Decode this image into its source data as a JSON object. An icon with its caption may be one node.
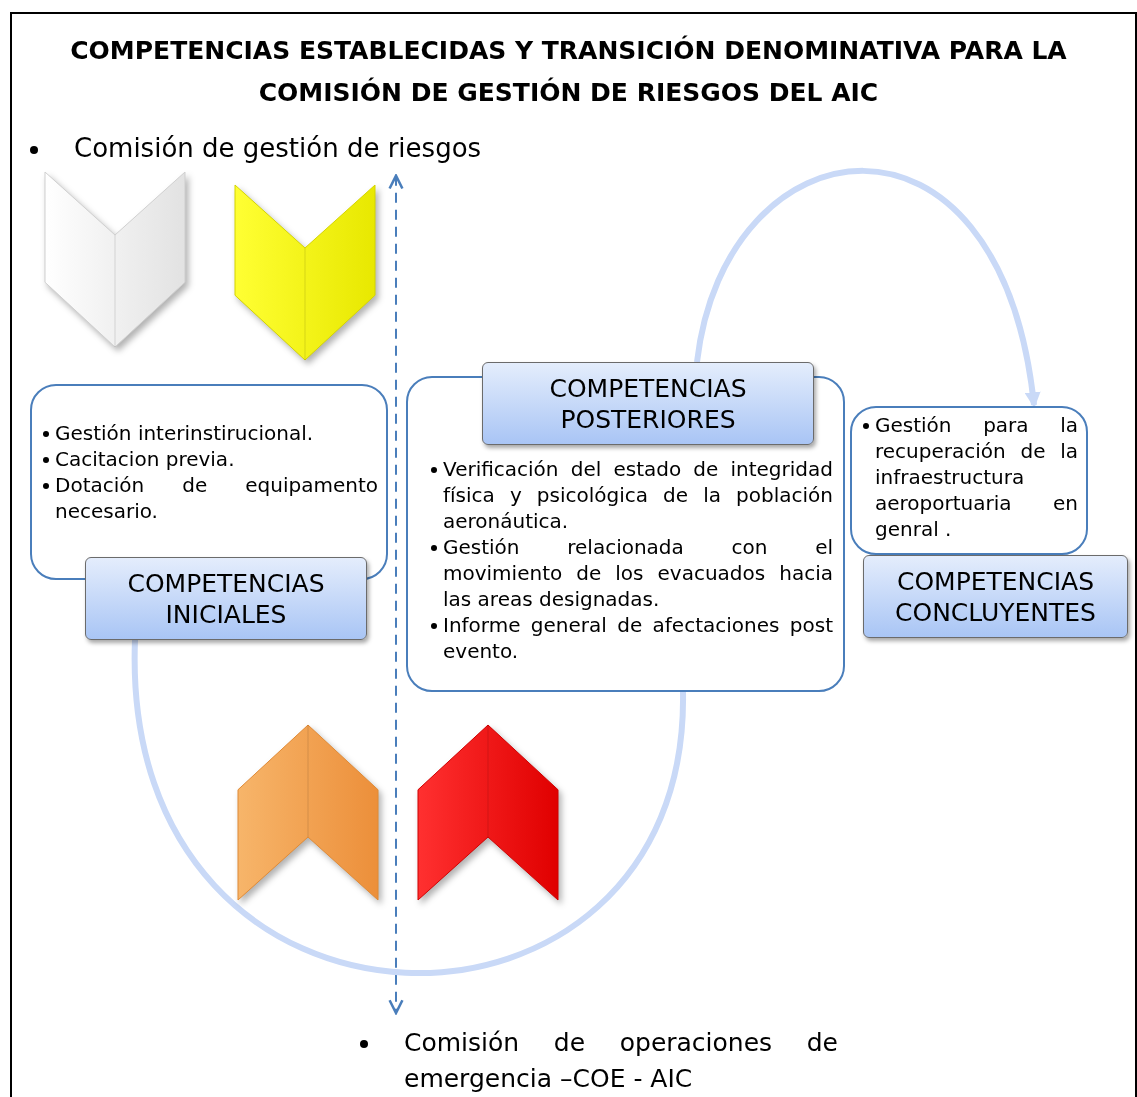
{
  "diagram": {
    "title": "COMPETENCIAS ESTABLECIDAS Y TRANSICIÓN DENOMINATIVA PARA LA COMISIÓN DE GESTIÓN DE RIESGOS DEL AIC",
    "nodes": [
      {
        "text": [
          "Comisión de gestión de riesgos"
        ]
      },
      {
        "text": [],
        "shape": "chevron"
      },
      {
        "text": [],
        "shape": "chevron"
      },
      {
        "text": [
          "Gestión interinstirucional.",
          "Cacitacion previa.",
          "Dotación de equipamento necesario."
        ]
      },
      {
        "text": [
          "COMPETENCIAS INICIALES"
        ]
      },
      {
        "text": [
          "COMPETENCIAS POSTERIORES"
        ]
      },
      {
        "text": [
          "Verificación del estado de integridad física y psicológica de la población aeronáutica.",
          "Gestión relacionada con el movimiento de los evacuados hacia las areas designadas.",
          "Informe general de afectaciones post evento."
        ]
      },
      {
        "text": [
          "Gestión para la recuperación de la infraestructura aeroportuaria en genral ."
        ]
      },
      {
        "text": [
          "COMPETENCIAS CONCLUYENTES"
        ]
      },
      {
        "text": [],
        "shape": "chevron"
      },
      {
        "text": [],
        "shape": "chevron"
      },
      {
        "text": [
          "Comisión de operaciones de emergencia –COE - AIC"
        ]
      }
    ],
    "edges": [
      {
        "from": 0,
        "to": 11,
        "arrow": "both",
        "style": "dashed",
        "color": "#4a7ebb"
      },
      {
        "from": 5,
        "to": 7,
        "arrow": "to",
        "color": "#c9d9f7"
      },
      {
        "from": 6,
        "to": 4,
        "arrow": "none",
        "color": "#c9d9f7"
      }
    ]
  }
}
